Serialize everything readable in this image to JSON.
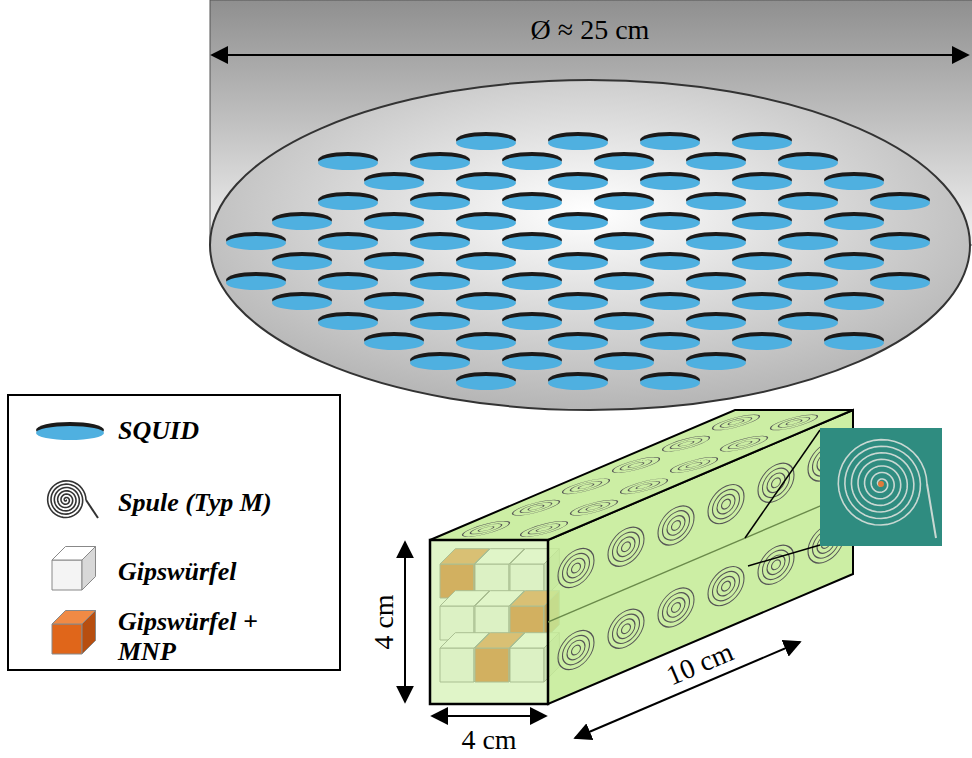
{
  "diagram": {
    "labels": [
      "Ø ≈ 25 cm",
      "4 cm",
      "4 cm",
      "10 cm"
    ],
    "legend": [
      {
        "text": "SQUID"
      },
      {
        "text": "Spule (Typ M)"
      },
      {
        "text": "Gipswürfel"
      },
      {
        "text": "Gipswürfel + MNP"
      }
    ]
  }
}
